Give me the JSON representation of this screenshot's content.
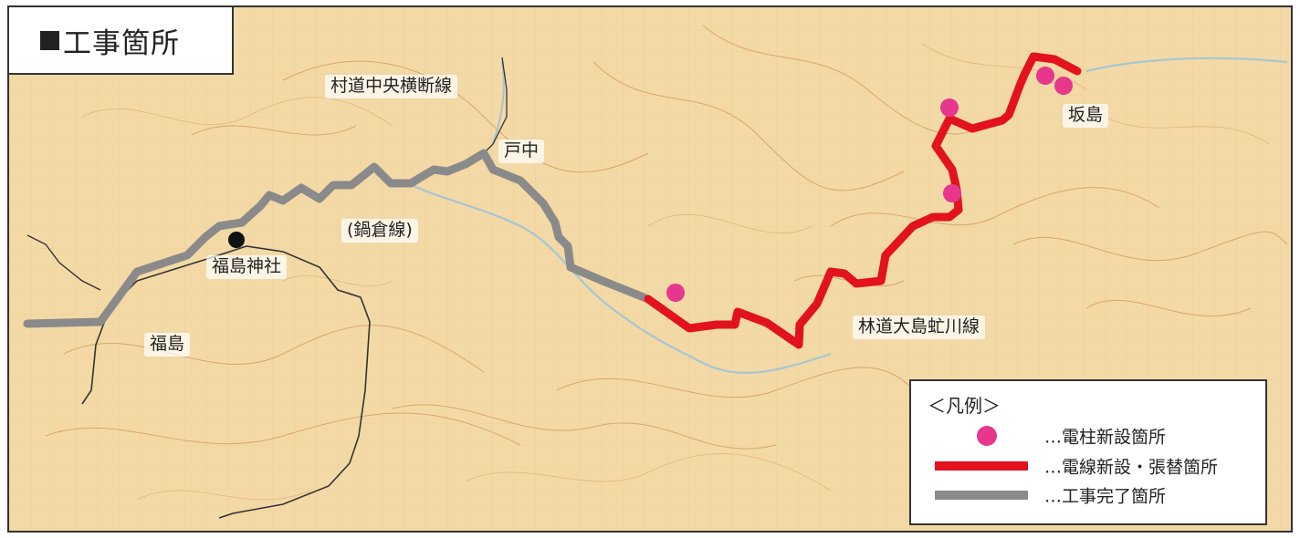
{
  "title": "工事箇所",
  "places": {
    "sonrou_chuou": "村道中央横断線",
    "tonaka": "戸中",
    "nabekura": "(鍋倉線)",
    "fukushima_jinja": "福島神社",
    "fukushima": "福島",
    "rindou": "林道大島虻川線",
    "sakashima": "坂島"
  },
  "legend": {
    "title": "＜凡例＞",
    "pole": "…電柱新設箇所",
    "line_new": "…電線新設・張替箇所",
    "done": "…工事完了箇所"
  },
  "colors": {
    "map_bg": "#f3d9a6",
    "pole": "#e6378c",
    "line_new": "#e2121e",
    "done": "#8a8a8a",
    "shrine": "#111111"
  }
}
